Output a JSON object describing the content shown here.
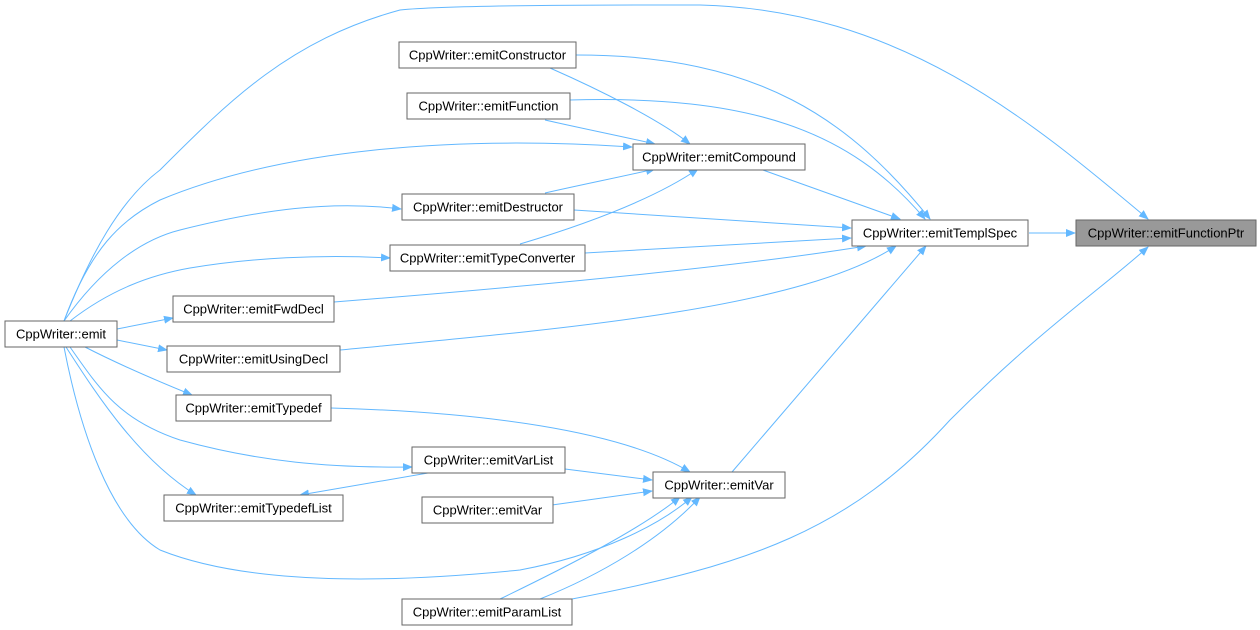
{
  "graph": {
    "accent_color": "#63b8ff",
    "node_border_color": "#666666",
    "focus_fill_color": "#999999",
    "nodes": [
      {
        "id": "emitFunctionPtr",
        "label": "CppWriter::emitFunctionPtr"
      },
      {
        "id": "emitTemplSpec",
        "label": "CppWriter::emitTemplSpec"
      },
      {
        "id": "emitConstructor",
        "label": "CppWriter::emitConstructor"
      },
      {
        "id": "emitFunction",
        "label": "CppWriter::emitFunction"
      },
      {
        "id": "emitCompound",
        "label": "CppWriter::emitCompound"
      },
      {
        "id": "emitDestructor",
        "label": "CppWriter::emitDestructor"
      },
      {
        "id": "emitTypeConverter",
        "label": "CppWriter::emitTypeConverter"
      },
      {
        "id": "emitFwdDecl",
        "label": "CppWriter::emitFwdDecl"
      },
      {
        "id": "emit",
        "label": "CppWriter::emit"
      },
      {
        "id": "emitUsingDecl",
        "label": "CppWriter::emitUsingDecl"
      },
      {
        "id": "emitTypedef",
        "label": "CppWriter::emitTypedef"
      },
      {
        "id": "emitVarList",
        "label": "CppWriter::emitVarList"
      },
      {
        "id": "emitVar",
        "label": "CppWriter::emitVar"
      },
      {
        "id": "emitTypedefList",
        "label": "CppWriter::emitTypedefList"
      },
      {
        "id": "emitVar2",
        "label": "CppWriter::emitVar"
      },
      {
        "id": "emitParamList",
        "label": "CppWriter::emitParamList"
      }
    ]
  }
}
